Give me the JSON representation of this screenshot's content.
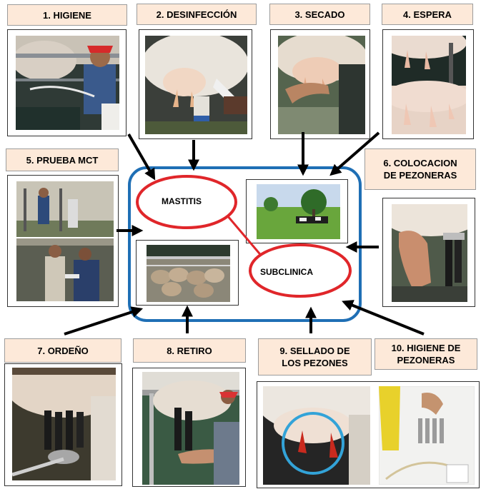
{
  "steps": [
    {
      "label": "1.    HIGIENE"
    },
    {
      "label": "2. DESINFECCIÓN"
    },
    {
      "label": "3. SECADO"
    },
    {
      "label": "4. ESPERA"
    },
    {
      "label": "5. PRUEBA MCT"
    },
    {
      "label": "6. COLOCACION DE PEZONERAS"
    },
    {
      "label": "7. ORDEÑO"
    },
    {
      "label": "8. RETIRO"
    },
    {
      "label": "9. SELLADO DE LOS PEZONES"
    },
    {
      "label": "10. HIGIENE DE PEZONERAS"
    }
  ],
  "center": {
    "mastitis": "MASTITIS",
    "subclinica": "SUBCLINICA"
  },
  "colors": {
    "label_fill": "#fde9d9",
    "center_border": "#1f6fb5",
    "oval_stroke": "#e0262a",
    "arrow": "#000000"
  }
}
